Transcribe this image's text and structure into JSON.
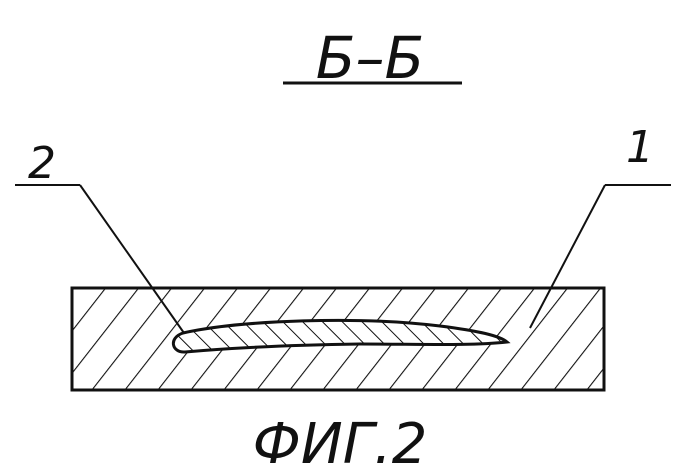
{
  "section_title": "Б–Б",
  "callouts": {
    "callout_2": "2",
    "callout_1": "1"
  },
  "figure_caption": "ФИГ.2",
  "colors": {
    "ink": "#111111",
    "background": "#ffffff"
  }
}
